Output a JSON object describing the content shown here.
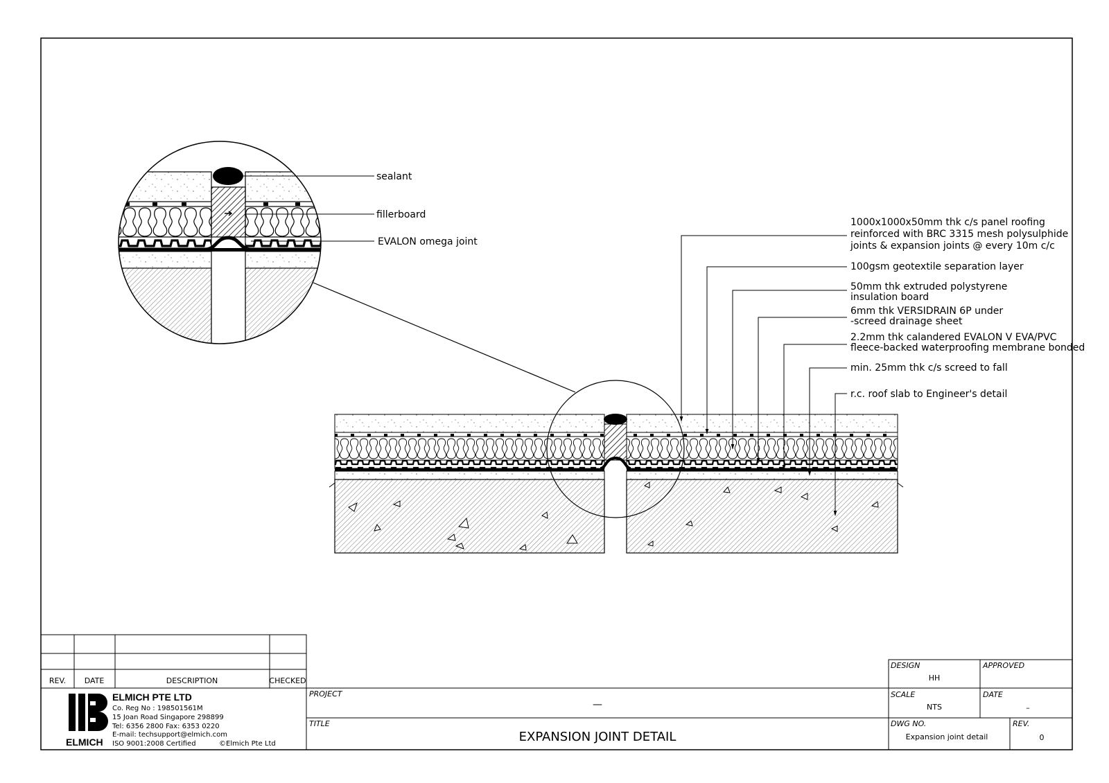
{
  "callouts": {
    "sealant": "sealant",
    "fillerboard": "fillerboard",
    "omega": "EVALON omega joint"
  },
  "layers": [
    [
      "1000x1000x50mm thk c/s panel roofing",
      "reinforced with BRC 3315 mesh polysulphide",
      "joints & expansion joints @ every 10m c/c"
    ],
    [
      "100gsm geotextile separation layer"
    ],
    [
      "50mm thk extruded polystyrene",
      "insulation board"
    ],
    [
      "6mm thk VERSIDRAIN 6P under",
      "-screed drainage sheet"
    ],
    [
      "2.2mm thk calandered EVALON V EVA/PVC",
      "fleece-backed waterproofing membrane bonded"
    ],
    [
      "min. 25mm thk c/s screed to fall"
    ],
    [
      "r.c. roof slab to Engineer's detail"
    ]
  ],
  "revision_table": {
    "headers": [
      "REV.",
      "DATE",
      "DESCRIPTION",
      "CHECKED"
    ]
  },
  "company": {
    "name": "ELMICH PTE LTD",
    "reg": "Co. Reg No :  198501561M",
    "address": "15 Joan Road Singapore 298899",
    "phone": "Tel:  6356 2800     Fax:  6353 0220",
    "email": "E-mail:  techsupport@elmich.com",
    "iso": "ISO 9001:2008 Certified",
    "copyright": "©Elmich Pte Ltd",
    "logo_text": "ELMICH"
  },
  "title_block": {
    "project_label": "PROJECT",
    "project_value": "—",
    "title_label": "TITLE",
    "title_value": "EXPANSION JOINT DETAIL",
    "design_label": "DESIGN",
    "design_value": "HH",
    "approved_label": "APPROVED",
    "approved_value": "",
    "scale_label": "SCALE",
    "scale_value": "NTS",
    "date_label": "DATE",
    "date_value": "–",
    "dwg_label": "DWG NO.",
    "dwg_value": "Expansion joint detail",
    "rev_label": "REV.",
    "rev_value": "0"
  }
}
